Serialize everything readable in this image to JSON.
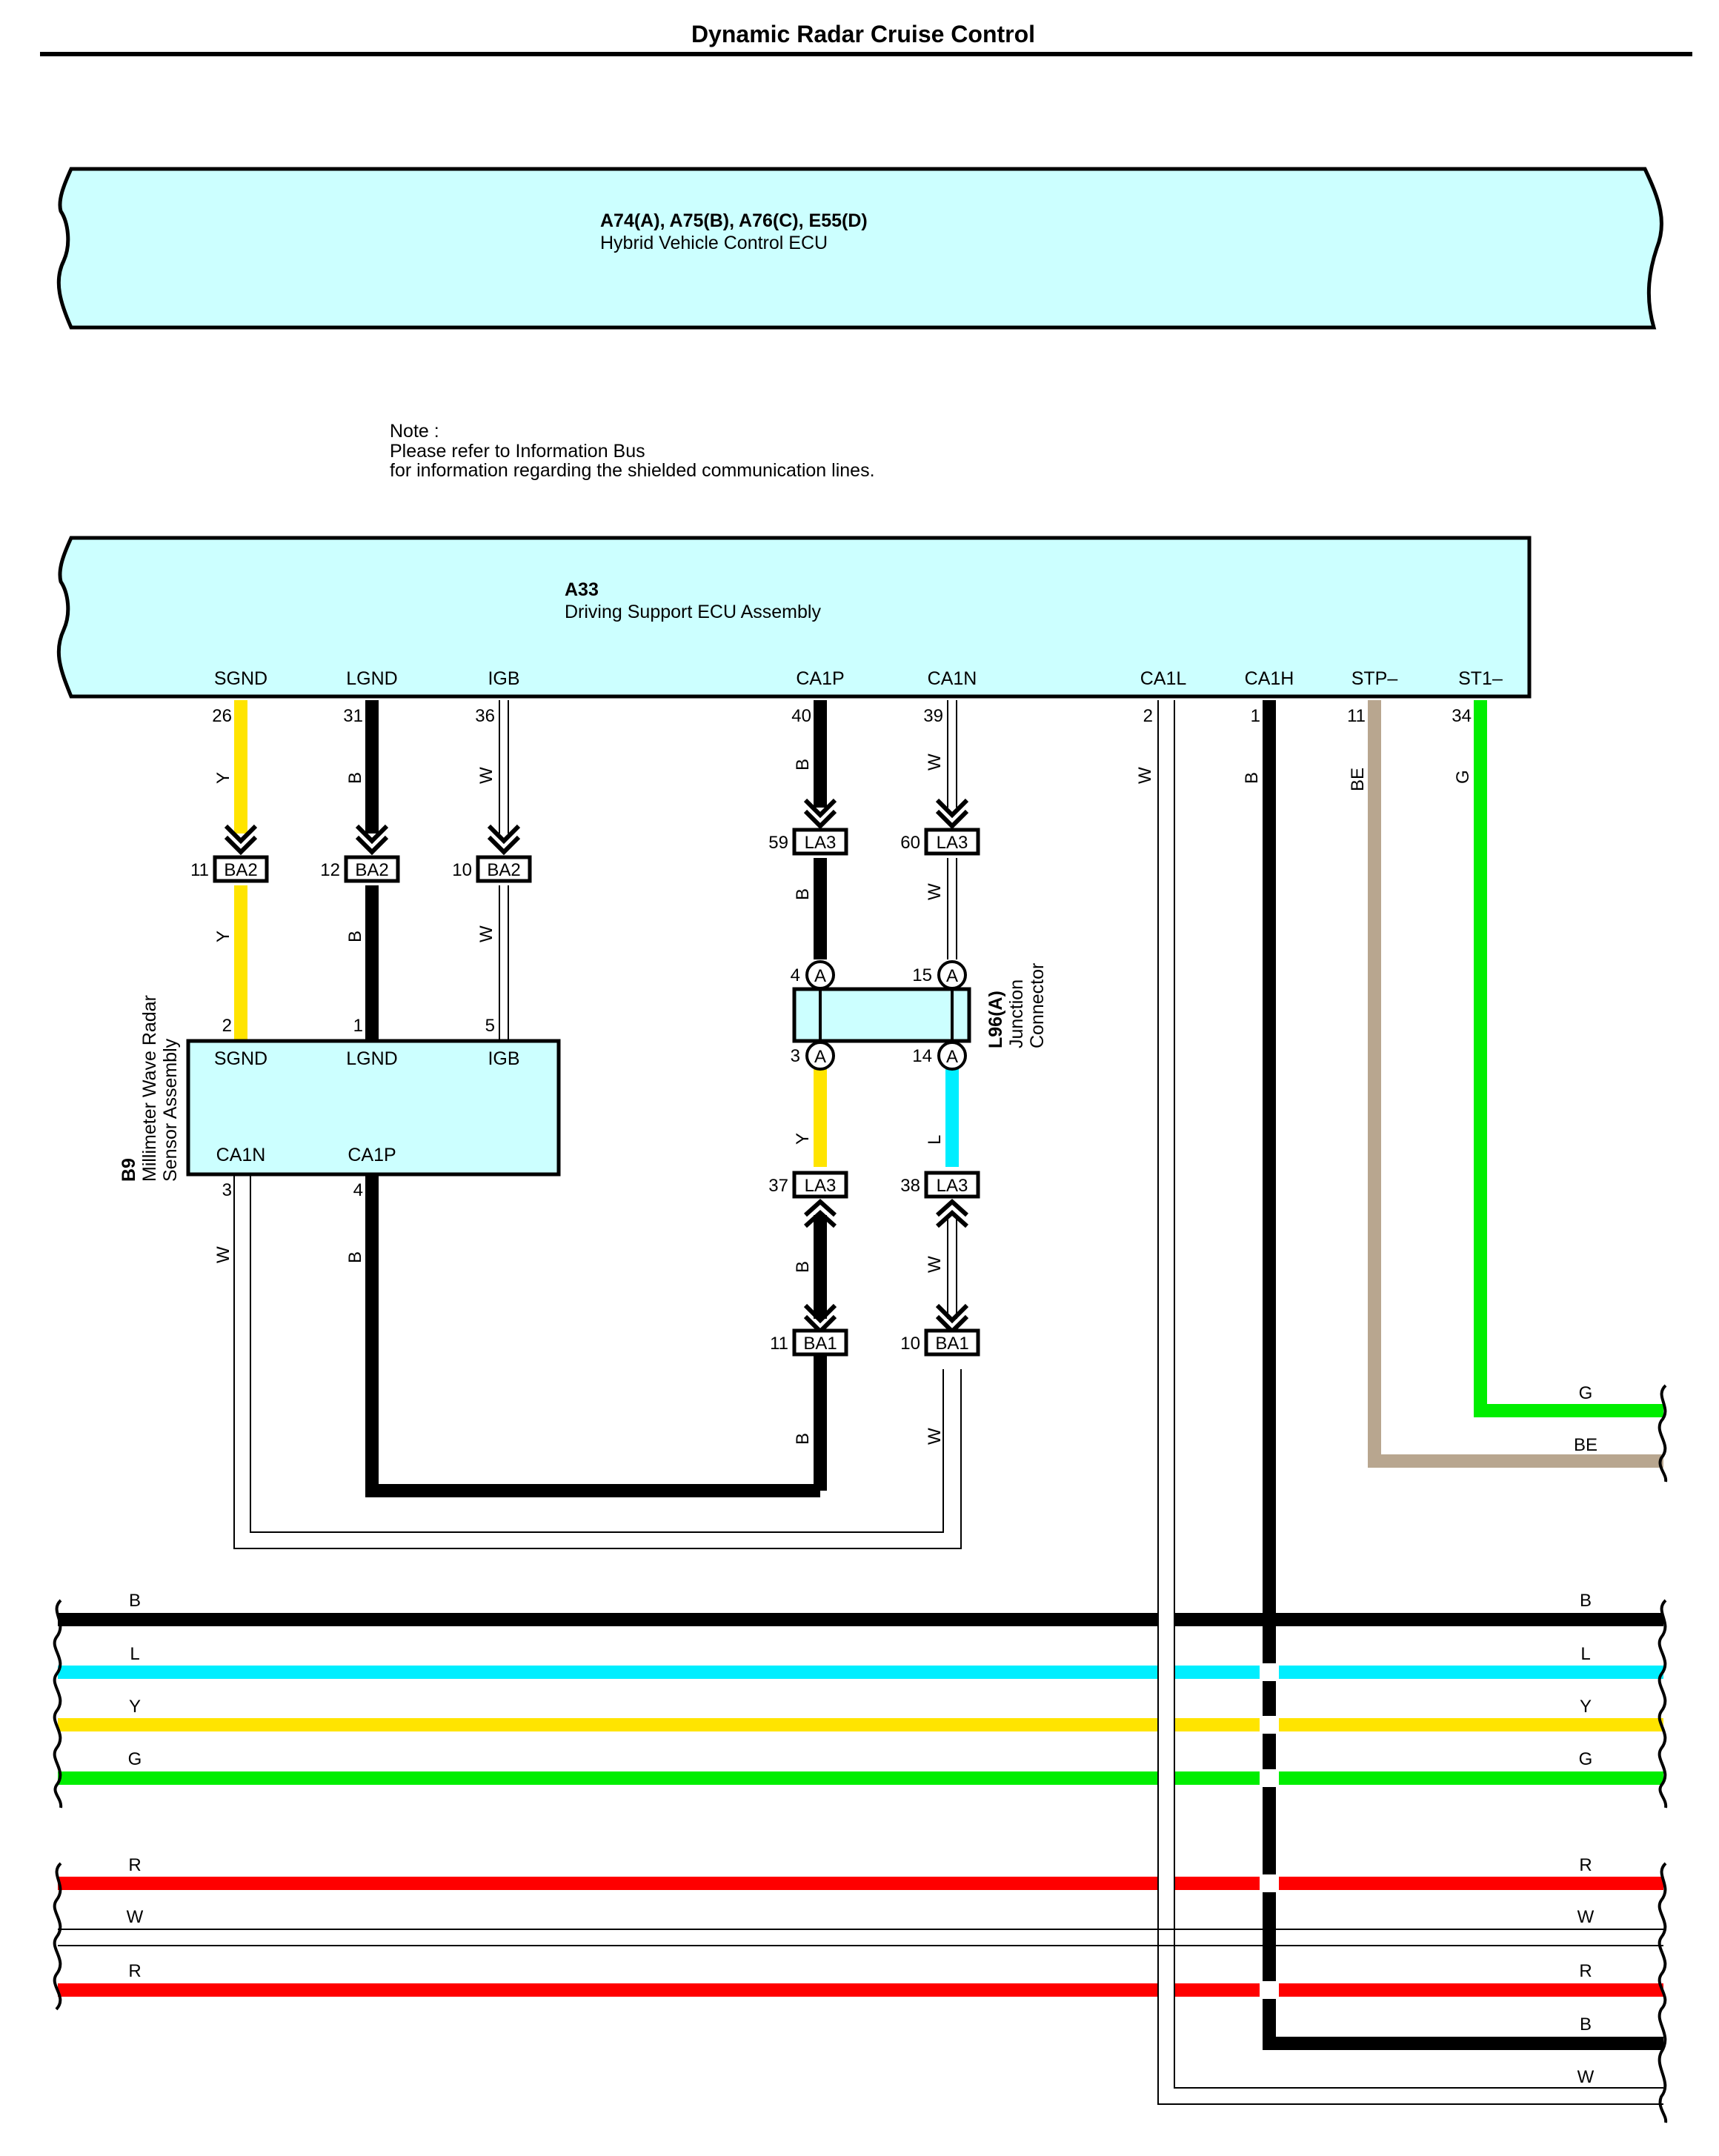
{
  "title": "Dynamic Radar Cruise Control",
  "colors": {
    "ecu_fill": "#ccffff",
    "wire_B": "#000000",
    "wire_W": "#ffffff",
    "wire_Y": "#ffe400",
    "wire_L": "#00eeff",
    "wire_G": "#00ee00",
    "wire_BE": "#b8a68f",
    "wire_R": "#ff0000"
  },
  "hv_ecu": {
    "codes": "A74(A), A75(B), A76(C), E55(D)",
    "name": "Hybrid Vehicle Control ECU"
  },
  "note": {
    "line1": "Note :",
    "line2": "Please refer to Information Bus",
    "line3": "for information regarding the shielded communication lines."
  },
  "driving_ecu": {
    "code": "A33",
    "name": "Driving Support ECU Assembly",
    "pins": [
      {
        "label": "SGND",
        "num": "26",
        "color": "Y"
      },
      {
        "label": "LGND",
        "num": "31",
        "color": "B"
      },
      {
        "label": "IGB",
        "num": "36",
        "color": "W"
      },
      {
        "label": "CA1P",
        "num": "40",
        "color": "B"
      },
      {
        "label": "CA1N",
        "num": "39",
        "color": "W"
      },
      {
        "label": "CA1L",
        "num": "2",
        "color": "W"
      },
      {
        "label": "CA1H",
        "num": "1",
        "color": "B"
      },
      {
        "label": "STP–",
        "num": "11",
        "color": "BE"
      },
      {
        "label": "ST1–",
        "num": "34",
        "color": "G"
      }
    ]
  },
  "connectors": {
    "ba2": [
      {
        "pin": "11",
        "name": "BA2",
        "wire_below": "Y"
      },
      {
        "pin": "12",
        "name": "BA2",
        "wire_below": "B"
      },
      {
        "pin": "10",
        "name": "BA2",
        "wire_below": "W"
      }
    ],
    "la3_upper": [
      {
        "pin": "59",
        "name": "LA3",
        "wire_below": "B"
      },
      {
        "pin": "60",
        "name": "LA3",
        "wire_below": "W"
      }
    ],
    "la3_lower": [
      {
        "pin": "37",
        "name": "LA3",
        "wire_above": "Y",
        "wire_below": "B"
      },
      {
        "pin": "38",
        "name": "LA3",
        "wire_above": "L",
        "wire_below": "W"
      }
    ],
    "ba1": [
      {
        "pin": "11",
        "name": "BA1",
        "wire_below": "B"
      },
      {
        "pin": "10",
        "name": "BA1",
        "wire_below": "W"
      }
    ]
  },
  "junction": {
    "code": "L96(A)",
    "name1": "Junction",
    "name2": "Connector",
    "marker": "A",
    "top_pins": [
      "4",
      "15"
    ],
    "bottom_pins": [
      "3",
      "14"
    ]
  },
  "sensor": {
    "code": "B9",
    "name1": "Millimeter Wave Radar",
    "name2": "Sensor Assembly",
    "top_pins": [
      {
        "num": "2",
        "label": "SGND"
      },
      {
        "num": "1",
        "label": "LGND"
      },
      {
        "num": "5",
        "label": "IGB"
      }
    ],
    "bottom_pins": [
      {
        "num": "3",
        "label": "CA1N",
        "color": "W"
      },
      {
        "num": "4",
        "label": "CA1P",
        "color": "B"
      }
    ]
  },
  "right_exits": [
    {
      "label": "G"
    },
    {
      "label": "BE"
    }
  ],
  "bus_lines": [
    {
      "color": "B"
    },
    {
      "color": "L"
    },
    {
      "color": "Y"
    },
    {
      "color": "G"
    },
    {
      "color": "R"
    },
    {
      "color": "W"
    },
    {
      "color": "R"
    },
    {
      "color": "B"
    },
    {
      "color": "W"
    }
  ]
}
